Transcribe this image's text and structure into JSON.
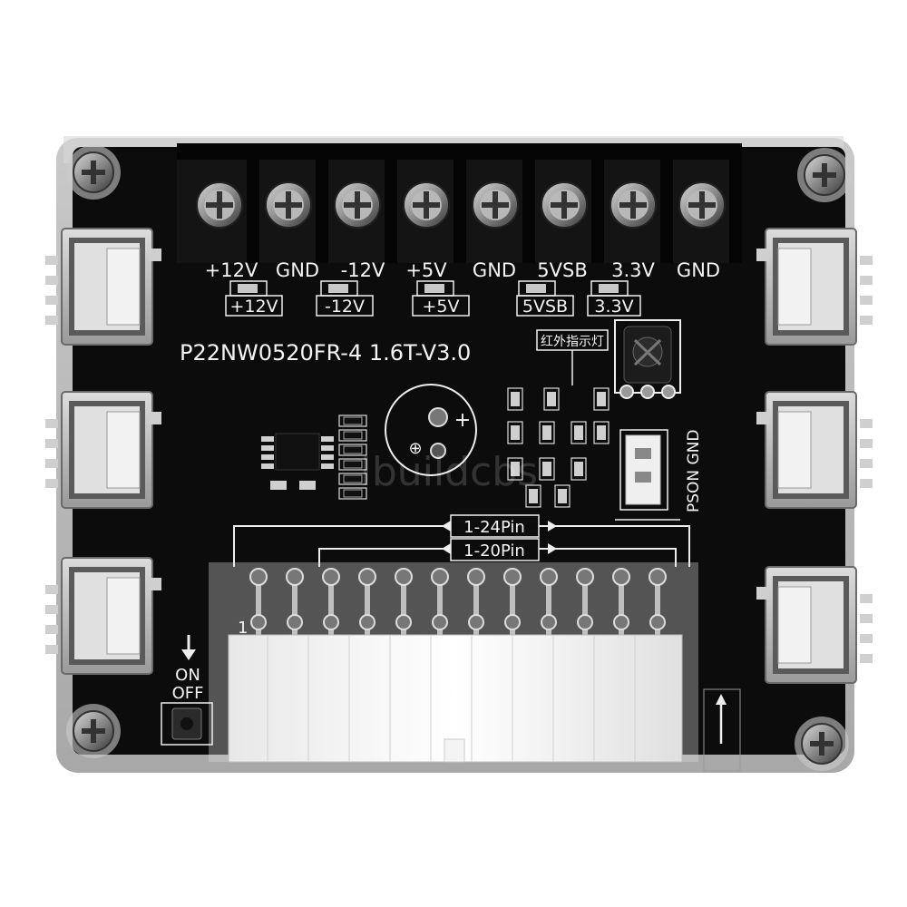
{
  "terminal_labels": [
    "+12V",
    "GND",
    "-12V",
    "+5V",
    "GND",
    "5VSB",
    "3.3V",
    "GND"
  ],
  "led_labels": [
    "+12V",
    "-12V",
    "+5V",
    "5VSB",
    "3.3V"
  ],
  "board_model": "P22NW0520FR-4 1.6T-V3.0",
  "ir_label": "红外指示灯",
  "switch_on": "ON",
  "switch_off": "OFF",
  "pin_label_24": "1-24Pin",
  "pin_label_20": "1-20Pin",
  "pin_one": "1",
  "connector_label": "PSON GND",
  "watermark": "Ibuildcbs"
}
